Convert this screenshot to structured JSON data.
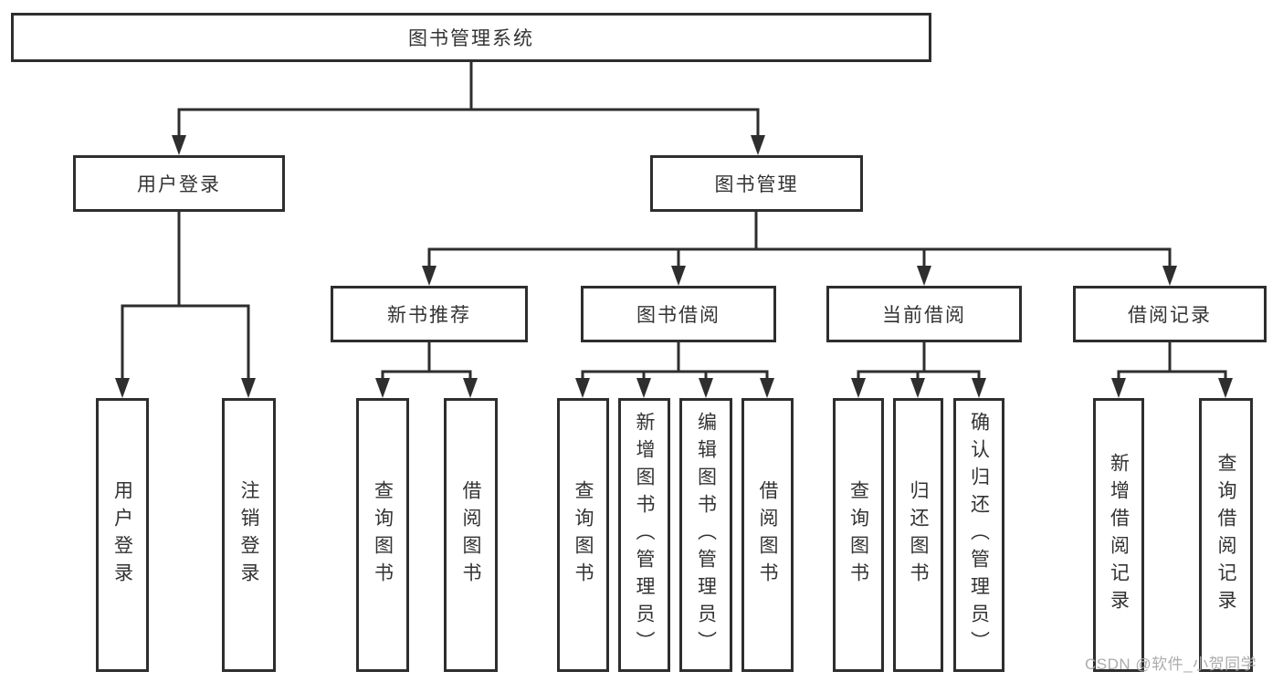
{
  "tree": {
    "root": "图书管理系统",
    "branches": [
      {
        "label": "用户登录",
        "children": [
          "用户登录",
          "注销登录"
        ]
      },
      {
        "label": "图书管理",
        "groups": [
          {
            "label": "新书推荐",
            "children": [
              "查询图书",
              "借阅图书"
            ]
          },
          {
            "label": "图书借阅",
            "children": [
              "查询图书",
              "新增图书（管理员）",
              "编辑图书（管理员）",
              "借阅图书"
            ]
          },
          {
            "label": "当前借阅",
            "children": [
              "查询图书",
              "归还图书",
              "确认归还（管理员）"
            ]
          },
          {
            "label": "借阅记录",
            "children": [
              "新增借阅记录",
              "查询借阅记录"
            ]
          }
        ]
      }
    ]
  },
  "watermark": "CSDN @软件_小贺同学",
  "colors": {
    "line": "#2e2e2e",
    "text": "#333333",
    "background": "#ffffff",
    "watermark": "#a8a8a8"
  }
}
